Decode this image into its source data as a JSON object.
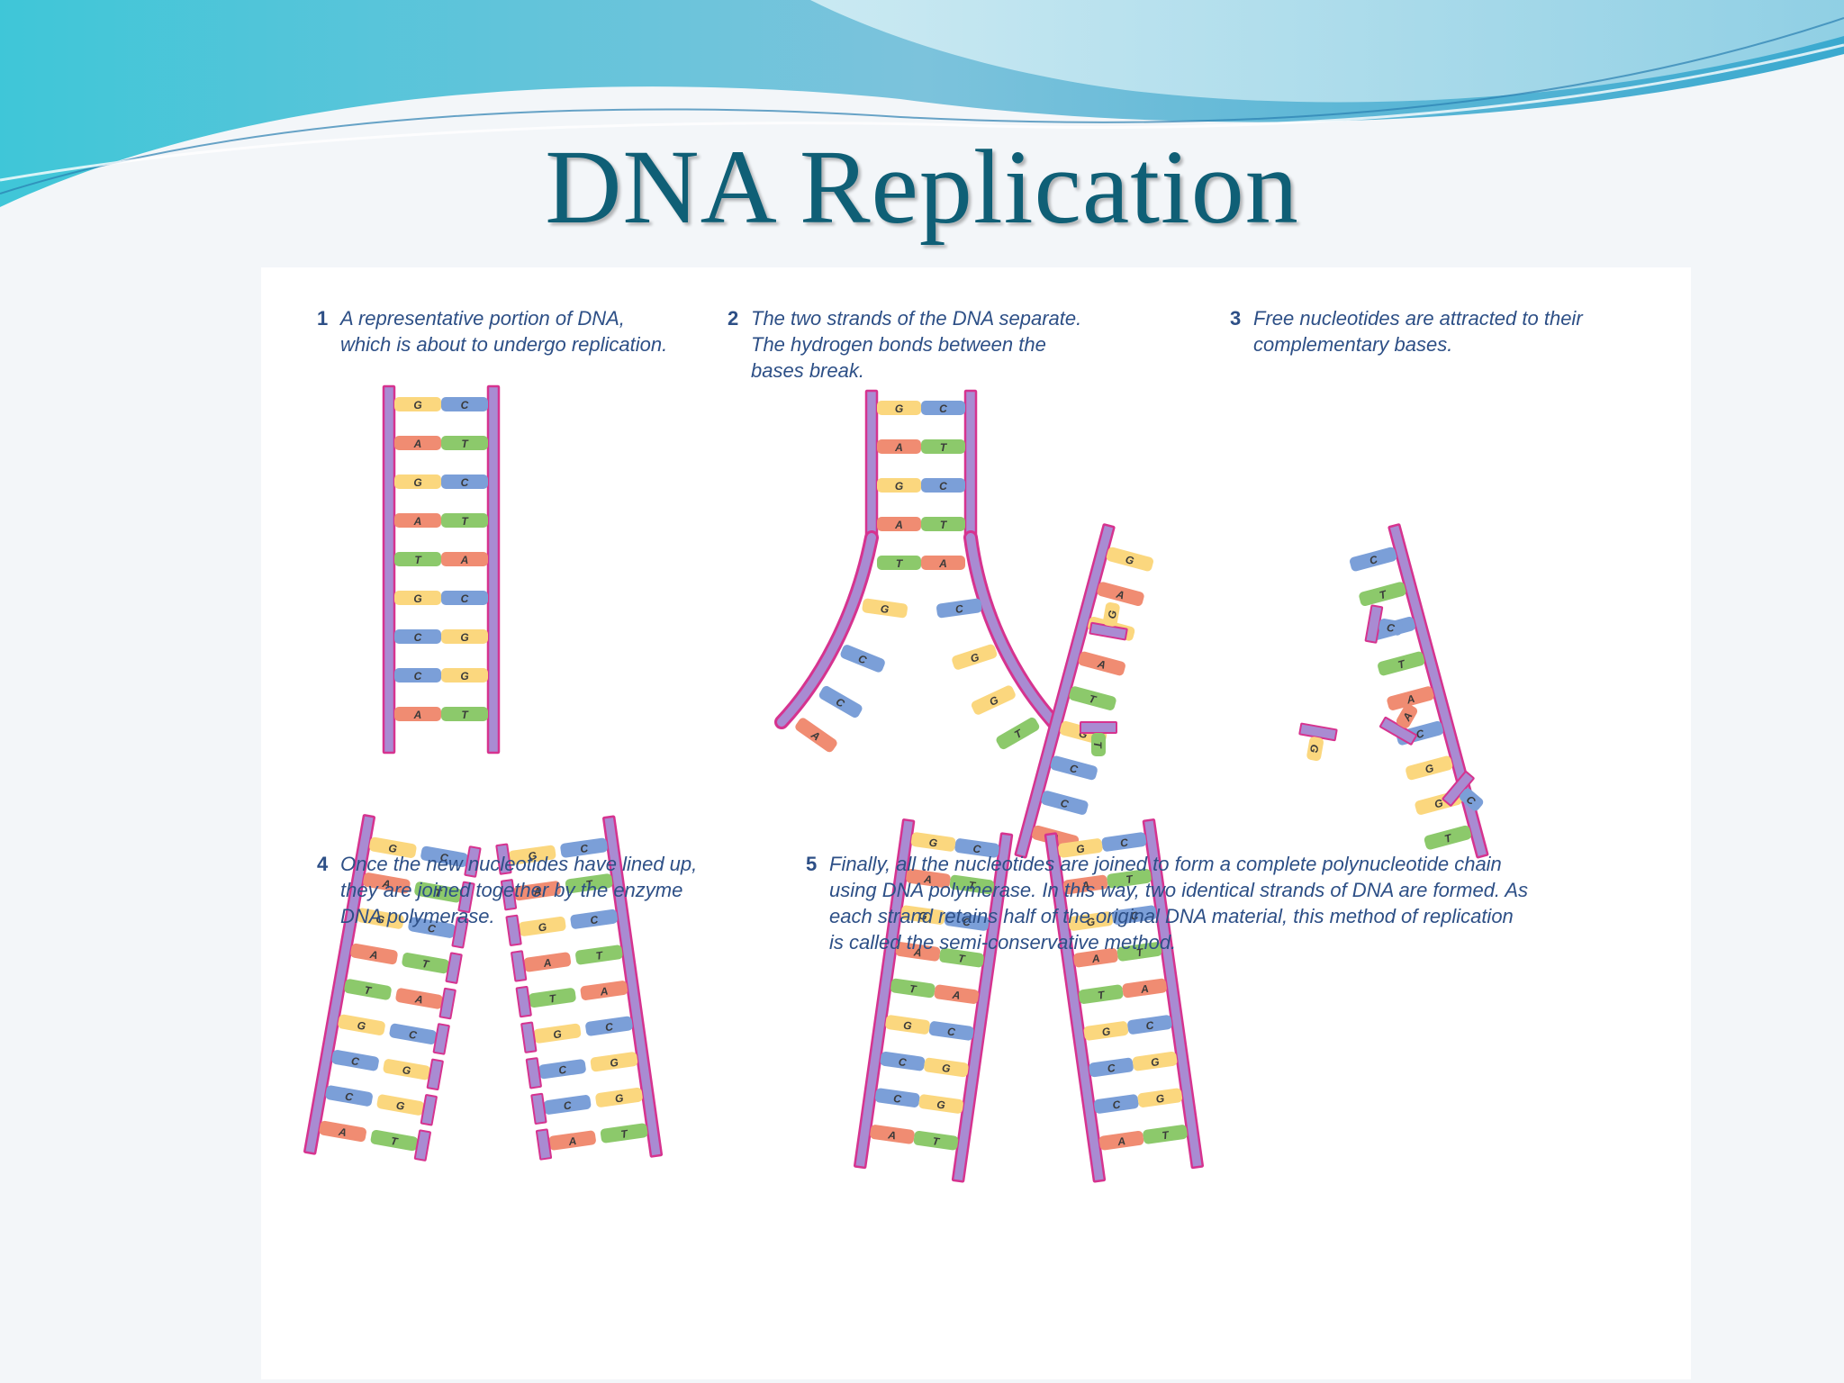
{
  "slide": {
    "title": "DNA Replication"
  },
  "steps": [
    {
      "num": "1",
      "text": "A representative portion of DNA,\nwhich is about to undergo replication."
    },
    {
      "num": "2",
      "text": "The two strands of the DNA separate.\nThe hydrogen bonds between the\nbases break."
    },
    {
      "num": "3",
      "text": "Free nucleotides are attracted to their\ncomplementary bases."
    },
    {
      "num": "4",
      "text": "Once the new nucleotides have lined up,\nthey are joined together by the enzyme\nDNA polymerase."
    },
    {
      "num": "5",
      "text": "Finally, all the nucleotides are joined to form a complete polynucleotide chain\nusing DNA polymerase. In this way, two identical strands of DNA are formed. As\neach strand retains half of the original DNA material, this method of replication\nis called the semi-conservative method."
    }
  ],
  "sequence": [
    [
      "G",
      "C"
    ],
    [
      "A",
      "T"
    ],
    [
      "G",
      "C"
    ],
    [
      "A",
      "T"
    ],
    [
      "T",
      "A"
    ],
    [
      "G",
      "C"
    ],
    [
      "C",
      "G"
    ],
    [
      "C",
      "G"
    ],
    [
      "A",
      "T"
    ]
  ],
  "base_colors": {
    "A": "#f08c72",
    "T": "#8cc96b",
    "G": "#fbd77e",
    "C": "#7b9fd8"
  },
  "backbone_color": "#a98bd2",
  "backbone_edge": "#d6338f",
  "accent_color": "#0f5f76"
}
